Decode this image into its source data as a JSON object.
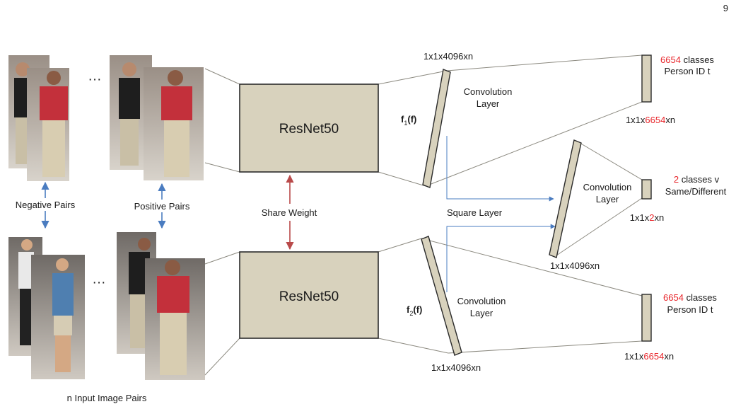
{
  "page_number": "9",
  "colors": {
    "block_fill": "#d8d2bd",
    "block_stroke": "#2b2b2b",
    "line": "#8c8a80",
    "arrow_blue": "#4a7cc0",
    "arrow_red": "#b94a4a",
    "highlight_red": "#e8262b"
  },
  "input": {
    "caption": "n Input Image Pairs",
    "ellipsis_top": "···",
    "ellipsis_bottom": "···",
    "negative_label": "Negative Pairs",
    "positive_label": "Positive Pairs"
  },
  "backbone": {
    "top_label": "ResNet50",
    "bottom_label": "ResNet50",
    "share_label": "Share Weight"
  },
  "features": {
    "f1": {
      "main": "f",
      "sub": "1",
      "arg": "(f)"
    },
    "f2": {
      "main": "f",
      "sub": "2",
      "arg": "(f)"
    },
    "top_dim": "1x1x4096xn",
    "bottom_dim": "1x1x4096xn"
  },
  "conv_top": {
    "line1": "Convolution",
    "line2": "Layer"
  },
  "conv_bottom": {
    "line1": "Convolution",
    "line2": "Layer"
  },
  "conv_mid": {
    "line1": "Convolution",
    "line2": "Layer"
  },
  "square_label": "Square Layer",
  "mid_input_dim": "1x1x4096xn",
  "outputs": {
    "top": {
      "count": "6654",
      "suffix": " classes",
      "line2": "Person ID t",
      "dim_prefix": "1x1x",
      "dim_value": "6654",
      "dim_suffix": "xn"
    },
    "mid": {
      "count": "2",
      "suffix": " classes v",
      "line2": "Same/Different",
      "dim_prefix": "1x1x",
      "dim_value": "2",
      "dim_suffix": "xn"
    },
    "bottom": {
      "count": "6654",
      "suffix": " classes",
      "line2": "Person ID t",
      "dim_prefix": "1x1x",
      "dim_value": "6654",
      "dim_suffix": "xn"
    }
  }
}
